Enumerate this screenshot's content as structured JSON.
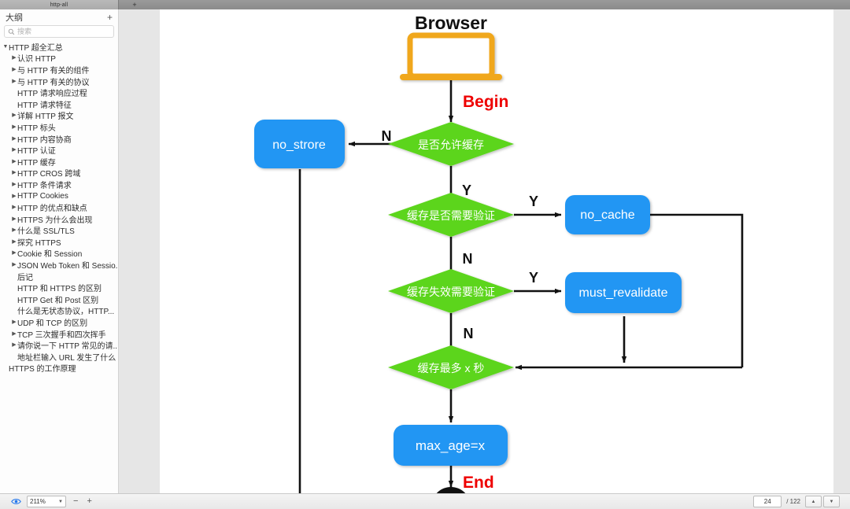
{
  "window": {
    "tab_title": "http-all",
    "new_tab_label": "+"
  },
  "sidebar": {
    "title": "大纲",
    "add_label": "+",
    "search": {
      "placeholder": "搜索",
      "value": ""
    },
    "tree": [
      {
        "label": "HTTP 超全汇总",
        "depth": 0,
        "caret": "open"
      },
      {
        "label": "认识 HTTP",
        "depth": 1,
        "caret": "closed"
      },
      {
        "label": "与 HTTP 有关的组件",
        "depth": 1,
        "caret": "closed"
      },
      {
        "label": "与 HTTP 有关的协议",
        "depth": 1,
        "caret": "closed"
      },
      {
        "label": "HTTP 请求响应过程",
        "depth": 1,
        "caret": "none"
      },
      {
        "label": "HTTP 请求特征",
        "depth": 1,
        "caret": "none"
      },
      {
        "label": "详解 HTTP 报文",
        "depth": 1,
        "caret": "closed"
      },
      {
        "label": "HTTP 标头",
        "depth": 1,
        "caret": "closed"
      },
      {
        "label": "HTTP 内容协商",
        "depth": 1,
        "caret": "closed"
      },
      {
        "label": "HTTP 认证",
        "depth": 1,
        "caret": "closed"
      },
      {
        "label": "HTTP 缓存",
        "depth": 1,
        "caret": "closed"
      },
      {
        "label": "HTTP CROS 跨域",
        "depth": 1,
        "caret": "closed"
      },
      {
        "label": "HTTP 条件请求",
        "depth": 1,
        "caret": "closed"
      },
      {
        "label": "HTTP Cookies",
        "depth": 1,
        "caret": "closed"
      },
      {
        "label": "HTTP 的优点和缺点",
        "depth": 1,
        "caret": "closed"
      },
      {
        "label": "HTTPS 为什么会出现",
        "depth": 1,
        "caret": "closed"
      },
      {
        "label": "什么是 SSL/TLS",
        "depth": 1,
        "caret": "closed"
      },
      {
        "label": "探究 HTTPS",
        "depth": 1,
        "caret": "closed"
      },
      {
        "label": "Cookie 和 Session",
        "depth": 1,
        "caret": "closed"
      },
      {
        "label": "JSON Web Token 和 Sessio.",
        "depth": 1,
        "caret": "closed"
      },
      {
        "label": "后记",
        "depth": 1,
        "caret": "none"
      },
      {
        "label": "HTTP 和 HTTPS 的区别",
        "depth": 1,
        "caret": "none"
      },
      {
        "label": "HTTP Get 和 Post 区别",
        "depth": 1,
        "caret": "none"
      },
      {
        "label": "什么是无状态协议，HTTP...",
        "depth": 1,
        "caret": "none"
      },
      {
        "label": "UDP 和 TCP 的区别",
        "depth": 1,
        "caret": "closed"
      },
      {
        "label": "TCP 三次握手和四次挥手",
        "depth": 1,
        "caret": "closed"
      },
      {
        "label": "请你说一下 HTTP 常见的请..",
        "depth": 1,
        "caret": "closed"
      },
      {
        "label": "地址栏输入 URL 发生了什么",
        "depth": 1,
        "caret": "none"
      },
      {
        "label": "HTTPS 的工作原理",
        "depth": 0,
        "caret": "none"
      }
    ]
  },
  "toolbar": {
    "eye_icon": "eye-icon",
    "zoom_value": "211%",
    "zoom_out_label": "−",
    "zoom_in_label": "+",
    "page_current": "24",
    "page_total": "/ 122",
    "prev_label": "▲",
    "next_label": "▼"
  },
  "diagram": {
    "type": "flowchart",
    "title": "Browser",
    "colors": {
      "process_fill": "#2196F3",
      "decision_fill": "#5BD51B",
      "device_stroke": "#F0A71B",
      "label_accent": "#EE0000",
      "edge": "#111111",
      "node_text": "#ffffff"
    },
    "nodes": [
      {
        "id": "browser",
        "kind": "device",
        "label": "Browser"
      },
      {
        "id": "allow_cache",
        "kind": "decision",
        "label": "是否允许缓存"
      },
      {
        "id": "no_strore",
        "kind": "process",
        "label": "no_strore"
      },
      {
        "id": "need_validate",
        "kind": "decision",
        "label": "缓存是否需要验证"
      },
      {
        "id": "no_cache",
        "kind": "process",
        "label": "no_cache"
      },
      {
        "id": "stale_validate",
        "kind": "decision",
        "label": "缓存失效需要验证"
      },
      {
        "id": "must_revalidate",
        "kind": "process",
        "label": "must_revalidate"
      },
      {
        "id": "max_seconds",
        "kind": "decision",
        "label": "缓存最多 x 秒"
      },
      {
        "id": "max_age",
        "kind": "process",
        "label": "max_age=x"
      },
      {
        "id": "end",
        "kind": "terminal",
        "label": ""
      }
    ],
    "edge_labels": {
      "begin": "Begin",
      "allow_cache_no": "N",
      "allow_cache_yes": "Y",
      "need_validate_yes": "Y",
      "need_validate_no": "N",
      "stale_validate_yes": "Y",
      "stale_validate_no": "N",
      "end": "End"
    }
  }
}
